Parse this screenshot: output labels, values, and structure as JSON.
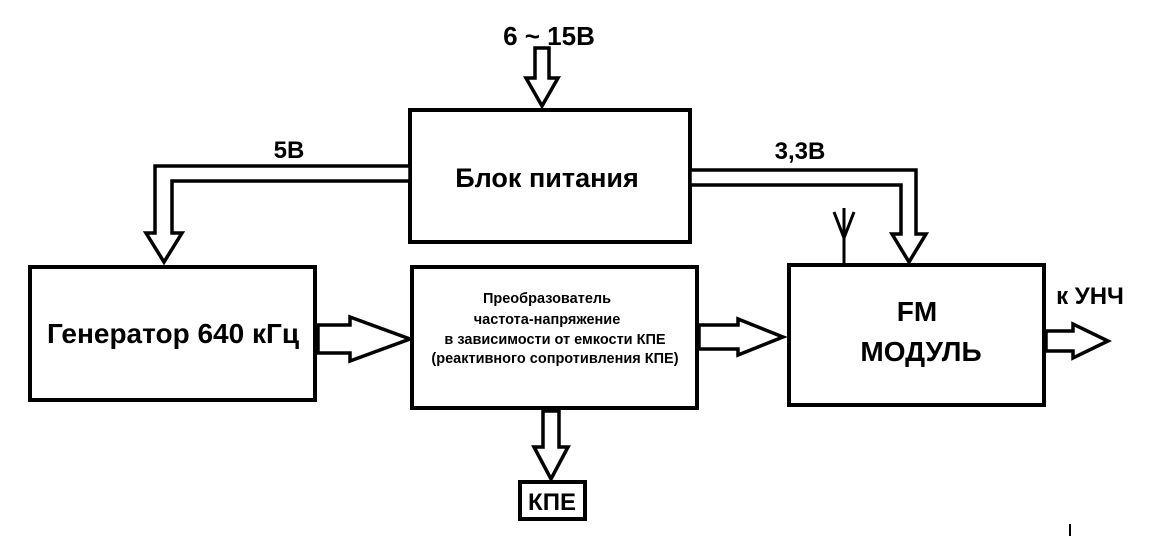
{
  "input_voltage": "6 ~ 15В",
  "power_unit": {
    "label": "Блок питания"
  },
  "voltage_5v": "5В",
  "voltage_3v3": "3,3В",
  "generator": {
    "label": "Генератор 640 кГц"
  },
  "converter": {
    "lines": [
      "Преобразователь",
      "частота-напряжение",
      "в зависимости от емкости КПЕ",
      "(реактивного сопротивления КПЕ)"
    ]
  },
  "fm_module": {
    "line1": "FM",
    "line2": "МОДУЛЬ"
  },
  "output_label": "к УНЧ",
  "kpe_label": "КПЕ",
  "icons": {
    "antenna": "antenna-icon"
  }
}
